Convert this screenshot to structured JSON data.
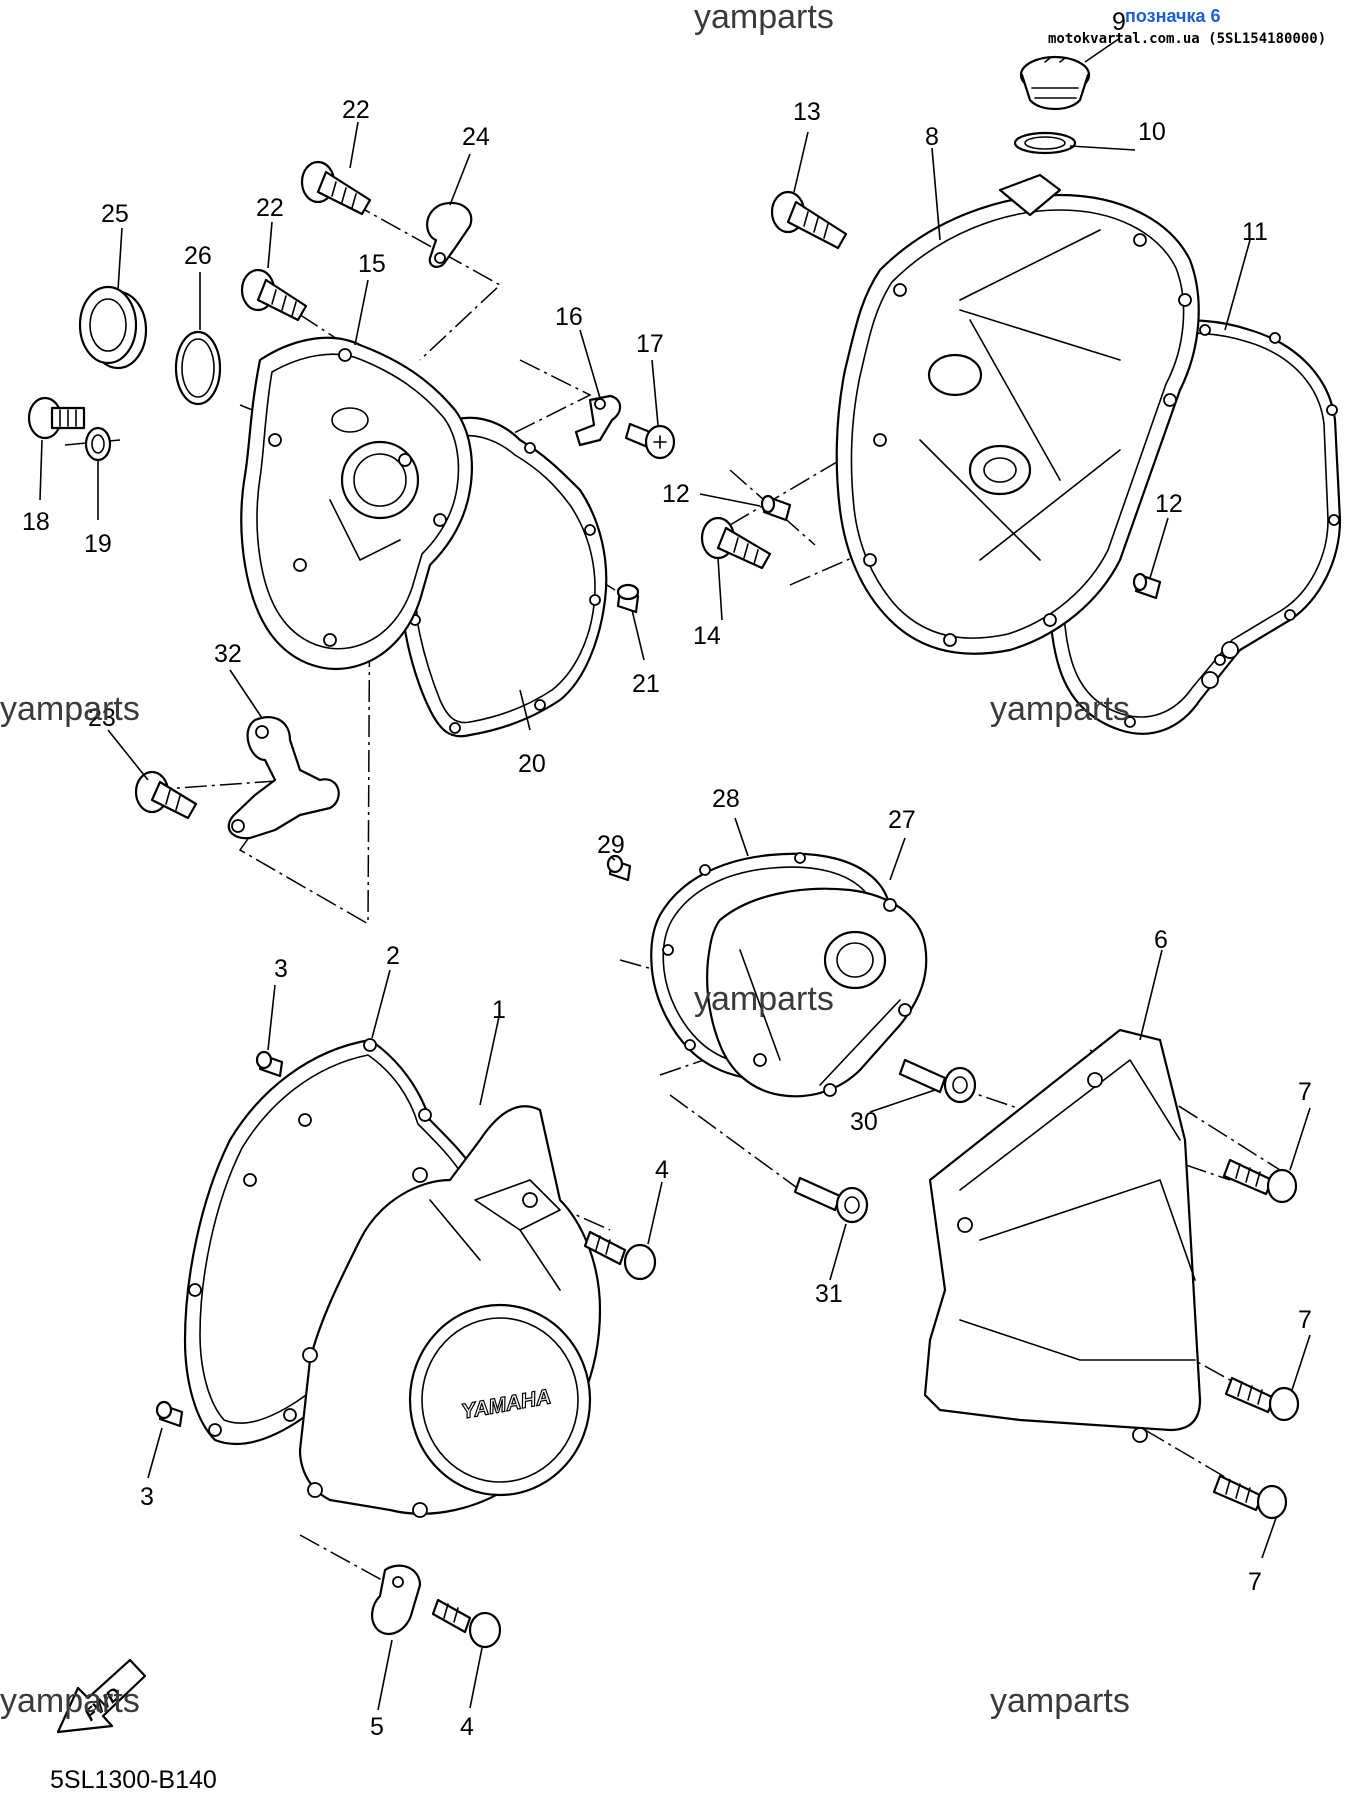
{
  "header": {
    "tag": "позначка 6",
    "source": "motokvartal.com.ua (5SL154180000)"
  },
  "watermarks": [
    "yamparts",
    "yamparts",
    "yamparts",
    "yamparts",
    "yamparts",
    "yamparts"
  ],
  "diagram_ref": "5SL1300-B140",
  "fwd_label": "FWD",
  "cover_brand": "YAMAHA",
  "callouts": {
    "c1": "1",
    "c2": "2",
    "c3a": "3",
    "c3b": "3",
    "c4a": "4",
    "c4b": "4",
    "c5": "5",
    "c6": "6",
    "c7a": "7",
    "c7b": "7",
    "c7c": "7",
    "c8": "8",
    "c9": "9",
    "c10": "10",
    "c11": "11",
    "c12a": "12",
    "c12b": "12",
    "c13": "13",
    "c14": "14",
    "c15": "15",
    "c16": "16",
    "c17": "17",
    "c18": "18",
    "c19": "19",
    "c20": "20",
    "c21": "21",
    "c22a": "22",
    "c22b": "22",
    "c23": "23",
    "c24": "24",
    "c25": "25",
    "c26": "26",
    "c27": "27",
    "c28": "28",
    "c29": "29",
    "c30": "30",
    "c31": "31",
    "c32": "32"
  }
}
